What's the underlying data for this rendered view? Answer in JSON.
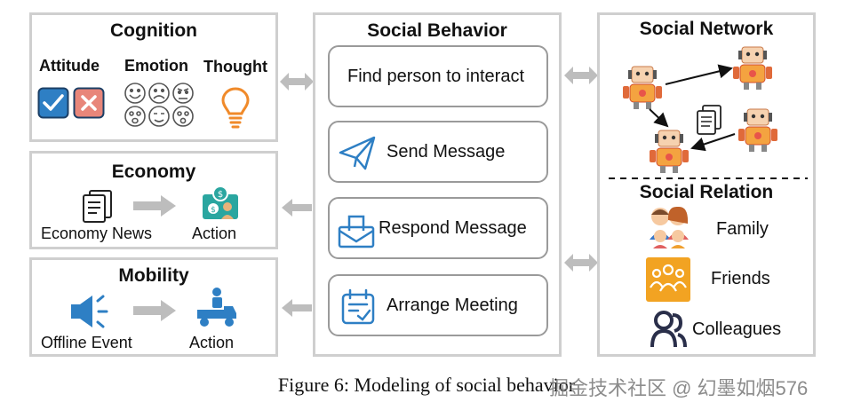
{
  "cognition": {
    "title": "Cognition",
    "labels": [
      "Attitude",
      "Emotion",
      "Thought"
    ]
  },
  "economy": {
    "title": "Economy",
    "input_label": "Economy News",
    "output_label": "Action"
  },
  "mobility": {
    "title": "Mobility",
    "input_label": "Offline Event",
    "output_label": "Action"
  },
  "social_behavior": {
    "title": "Social Behavior",
    "items": [
      "Find person to interact",
      "Send Message",
      "Respond Message",
      "Arrange Meeting"
    ]
  },
  "social_network": {
    "title": "Social Network"
  },
  "social_relation": {
    "title": "Social Relation",
    "items": [
      "Family",
      "Friends",
      "Colleagues"
    ]
  },
  "caption": "Figure 6: Modeling of social behavior",
  "watermark": "掘金技术社区 @ 幻墨如烟576",
  "colors": {
    "blue": "#2e7fc4",
    "red": "#e8867a",
    "orange": "#f08a2a",
    "teal": "#2aa6a0",
    "arrow_gray": "#bdbdbd",
    "panel_border": "#cfcfcf"
  }
}
